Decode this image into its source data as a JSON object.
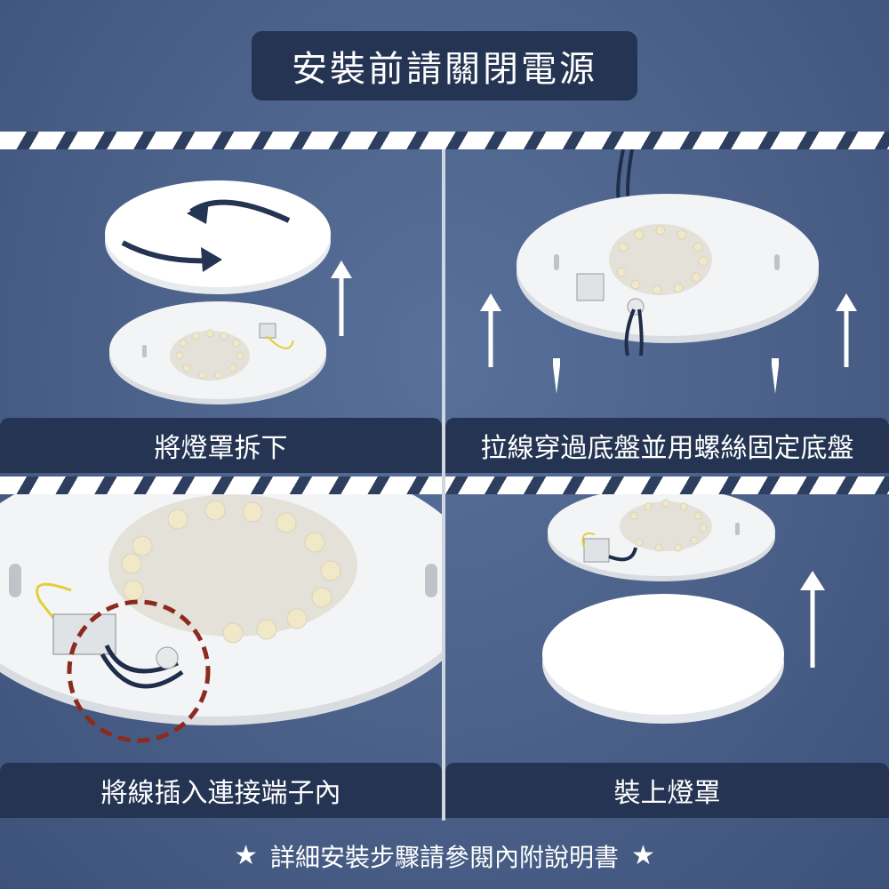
{
  "title": "安裝前請關閉電源",
  "steps": [
    {
      "caption": "將燈罩拆下"
    },
    {
      "caption": "拉線穿過底盤並用螺絲固定底盤"
    },
    {
      "caption": "將線插入連接端子內"
    },
    {
      "caption": "裝上燈罩"
    }
  ],
  "footer": {
    "text": "詳細安裝步驟請參閱內附說明書",
    "star_icon": "★"
  },
  "colors": {
    "background": "#4a6088",
    "caption_bar": "#243452",
    "stripe_light": "#ffffff",
    "highlight_circle": "#8b2a1e",
    "wire": "#1f2d4a"
  }
}
